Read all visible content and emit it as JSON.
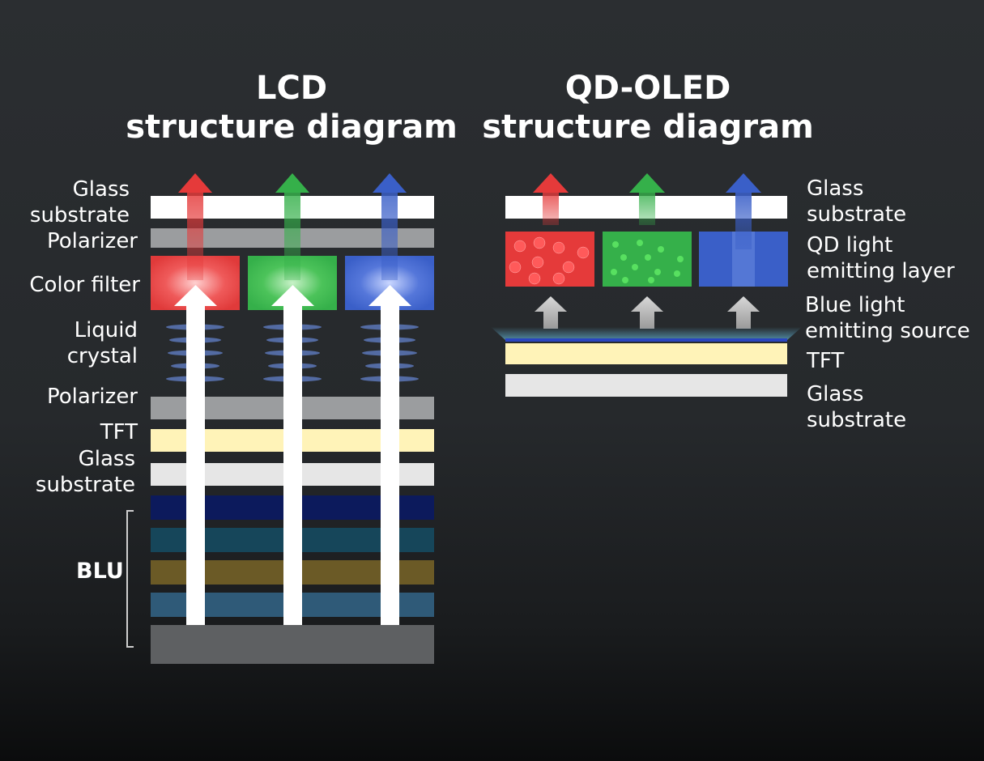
{
  "titles": {
    "lcd": [
      "LCD",
      "structure diagram"
    ],
    "qdoled": [
      "QD-OLED",
      "structure diagram"
    ]
  },
  "lcd_labels": {
    "glass_top": [
      "Glass",
      "substrate"
    ],
    "polarizer_top": "Polarizer",
    "color_filter": "Color filter",
    "liquid_crystal": [
      "Liquid",
      "crystal"
    ],
    "polarizer_bottom": "Polarizer",
    "tft": "TFT",
    "glass_bottom": [
      "Glass",
      "substrate"
    ],
    "blu": "BLU"
  },
  "qd_labels": {
    "glass_top": [
      "Glass",
      "substrate"
    ],
    "qd_layer": [
      "QD light",
      "emitting layer"
    ],
    "blue_source": [
      "Blue light",
      "emitting source"
    ],
    "tft": "TFT",
    "glass_bottom": [
      "Glass",
      "substrate"
    ]
  },
  "colors": {
    "red": "#e53a3a",
    "green": "#35b04a",
    "blue": "#3a5fc8",
    "glass": "#ffffff",
    "polarizer": "#9b9d9f",
    "tft": "#fff3b8",
    "glass_lower": "#e6e6e6",
    "blu_layers": [
      "#0c1a5c",
      "#16465a",
      "#6b5a26",
      "#2f5a78",
      "#5e6062"
    ],
    "blue_source_line": "#2a45c0"
  }
}
